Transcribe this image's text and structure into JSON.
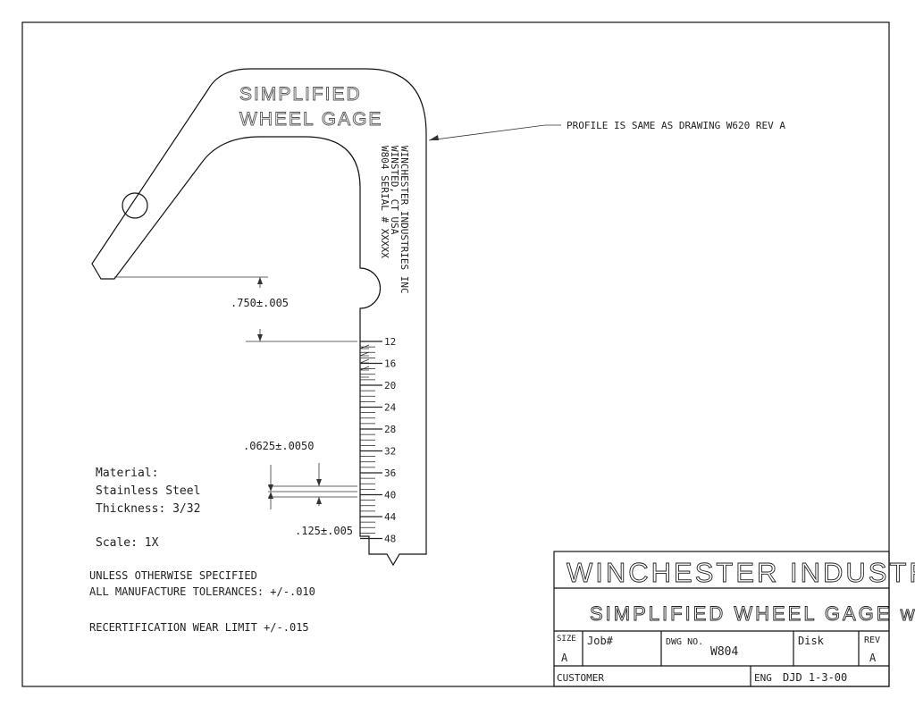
{
  "gage": {
    "engraving": [
      "SIMPLIFIED",
      "WHEEL GAGE"
    ],
    "side_text": [
      "WINCHESTER INDUSTRIES INC",
      "WINSTED, CT  USA",
      "W804 SERIAL # XXXXX"
    ],
    "profile_note": "PROFILE IS SAME AS DRAWING W620 REV A",
    "scale_marks": [
      "12",
      "16",
      "20",
      "24",
      "28",
      "32",
      "36",
      "40",
      "44",
      "48"
    ]
  },
  "dimensions": {
    "step_height": ".750±.005",
    "line_spacing": ".0625±.0050",
    "line_width": ".125±.005"
  },
  "notes": {
    "material": [
      "Material:",
      "Stainless Steel",
      "Thickness: 3/32"
    ],
    "scale": "Scale: 1X",
    "tolerances": [
      "UNLESS OTHERWISE SPECIFIED",
      "ALL MANUFACTURE TOLERANCES: +/-.010"
    ],
    "recert": "RECERTIFICATION WEAR LIMIT +/-.015"
  },
  "title_block": {
    "company": "WINCHESTER INDUSTRIES INC.",
    "title": "SIMPLIFIED WHEEL GAGE w/SCALE",
    "size_label": "SIZE",
    "size_value": "A",
    "job_label": "Job#",
    "dwg_label": "DWG NO.",
    "dwg_value": "W804",
    "disk_label": "Disk",
    "rev_label": "REV",
    "rev_value": "A",
    "customer_label": "CUSTOMER",
    "eng_label": "ENG",
    "eng_value": "DJD 1-3-00"
  }
}
